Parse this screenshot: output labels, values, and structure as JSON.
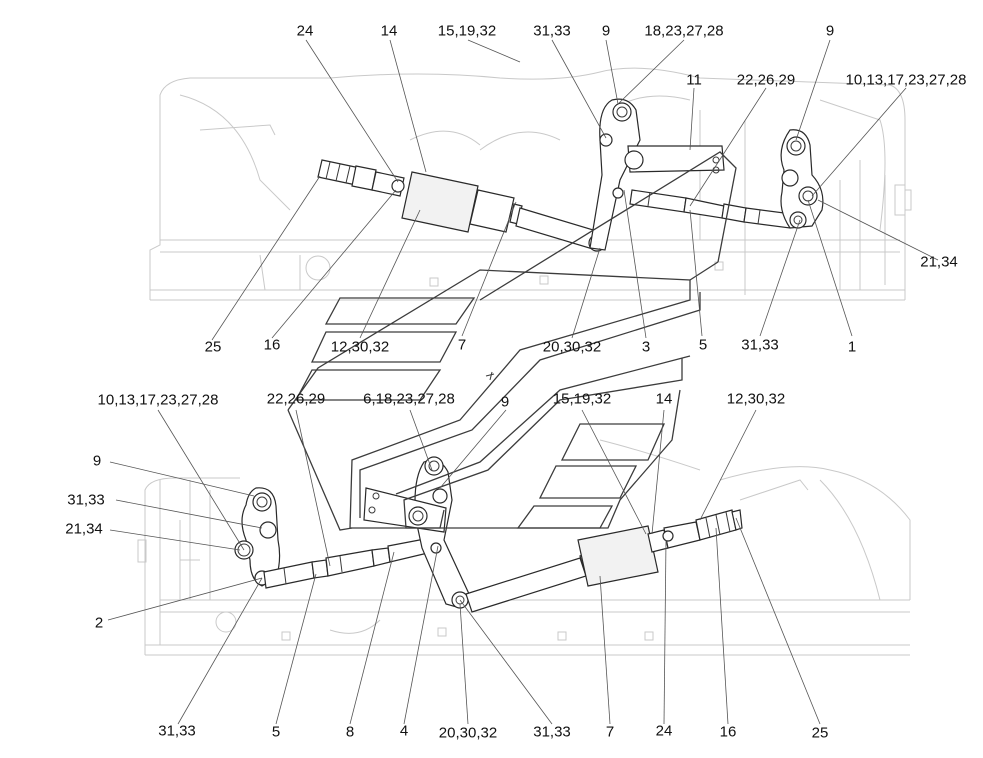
{
  "callouts_top": [
    "24",
    "14",
    "15,19,32",
    "31,33",
    "9",
    "18,23,27,28",
    "9",
    "11",
    "22,26,29",
    "10,13,17,23,27,28",
    "21,34"
  ],
  "callouts_middle": [
    "25",
    "16",
    "12,30,32",
    "7",
    "20,30,32",
    "3",
    "5",
    "31,33",
    "1",
    "10,13,17,23,27,28",
    "22,26,29",
    "6,18,23,27,28",
    "9",
    "15,19,32",
    "14",
    "12,30,32"
  ],
  "callouts_left": [
    "9",
    "31,33",
    "21,34",
    "2"
  ],
  "callouts_bottom": [
    "31,33",
    "5",
    "8",
    "4",
    "20,30,32",
    "31,33",
    "7",
    "24",
    "16",
    "25"
  ]
}
